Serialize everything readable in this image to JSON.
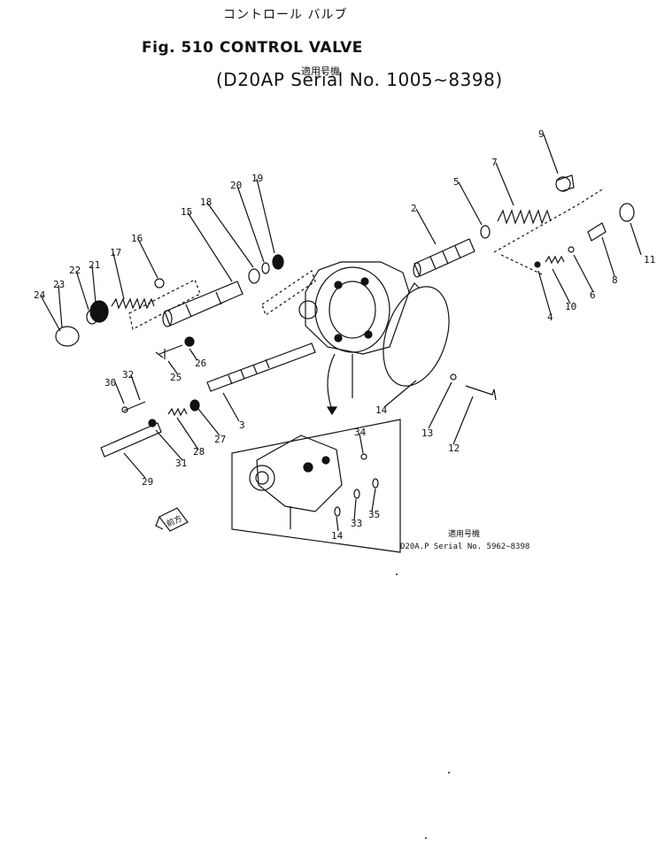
{
  "title": {
    "jp": "コントロール バルブ",
    "figure": "Fig. 510 CONTROL VALVE",
    "applicable_jp": "適用号機",
    "model_serial": "(D20AP Serial No. 1005∼8398)"
  },
  "inset": {
    "applicable_jp": "適用号機",
    "serial": "D20A.P  Serial No. 5962∼8398"
  },
  "arrow_badge": "前方",
  "callouts": [
    "9",
    "7",
    "5",
    "2",
    "11",
    "8",
    "6",
    "10",
    "4",
    "19",
    "20",
    "18",
    "15",
    "16",
    "17",
    "21",
    "22",
    "23",
    "24",
    "26",
    "25",
    "32",
    "30",
    "3",
    "27",
    "28",
    "29",
    "31",
    "14",
    "13",
    "12",
    "34",
    "35",
    "33",
    "14"
  ]
}
